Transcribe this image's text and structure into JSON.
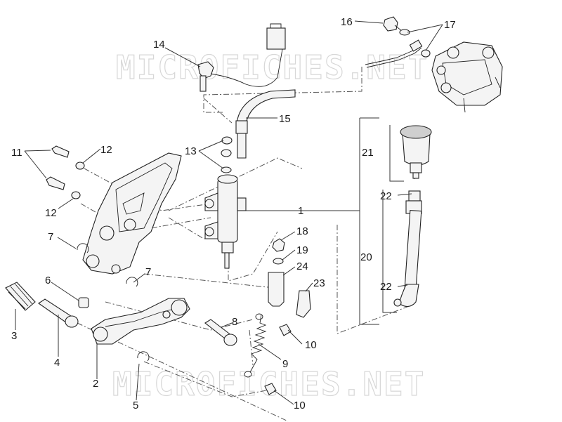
{
  "watermark": {
    "top": "MICROFICHES.NET",
    "bottom": "MICROFICHES.NET"
  },
  "callouts": [
    {
      "id": "c1",
      "text": "1"
    },
    {
      "id": "c2",
      "text": "2"
    },
    {
      "id": "c3",
      "text": "3"
    },
    {
      "id": "c4",
      "text": "4"
    },
    {
      "id": "c5",
      "text": "5"
    },
    {
      "id": "c6",
      "text": "6"
    },
    {
      "id": "c7a",
      "text": "7"
    },
    {
      "id": "c7b",
      "text": "7"
    },
    {
      "id": "c8",
      "text": "8"
    },
    {
      "id": "c9",
      "text": "9"
    },
    {
      "id": "c10a",
      "text": "10"
    },
    {
      "id": "c10b",
      "text": "10"
    },
    {
      "id": "c11",
      "text": "11"
    },
    {
      "id": "c12a",
      "text": "12"
    },
    {
      "id": "c12b",
      "text": "12"
    },
    {
      "id": "c13",
      "text": "13"
    },
    {
      "id": "c14",
      "text": "14"
    },
    {
      "id": "c15",
      "text": "15"
    },
    {
      "id": "c16",
      "text": "16"
    },
    {
      "id": "c17",
      "text": "17"
    },
    {
      "id": "c18",
      "text": "18"
    },
    {
      "id": "c19",
      "text": "19"
    },
    {
      "id": "c20",
      "text": "20"
    },
    {
      "id": "c21",
      "text": "21"
    },
    {
      "id": "c22a",
      "text": "22"
    },
    {
      "id": "c22b",
      "text": "22"
    },
    {
      "id": "c23",
      "text": "23"
    },
    {
      "id": "c24",
      "text": "24"
    }
  ]
}
